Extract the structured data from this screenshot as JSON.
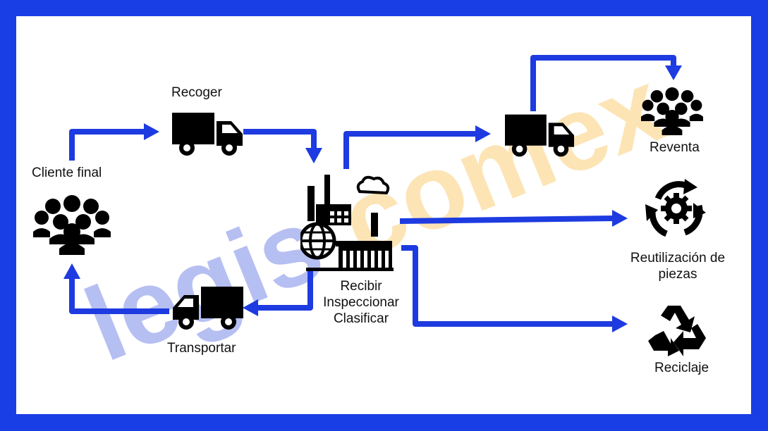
{
  "watermark": {
    "prefix": "legis",
    "suffix": "comex"
  },
  "nodes": {
    "cliente": {
      "label": "Cliente final",
      "icon": "people-group-icon"
    },
    "recoger": {
      "label": "Recoger",
      "icon": "truck-icon"
    },
    "centro": {
      "label_line1": "Recibir",
      "label_line2": "Inspeccionar",
      "label_line3": "Clasificar",
      "icon": "factory-globe-icon"
    },
    "transportar": {
      "label": "Transportar",
      "icon": "truck-icon"
    },
    "reventa": {
      "label": "Reventa",
      "icon": "people-group-icon"
    },
    "reutilizacion": {
      "label_line1": "Reutilización de",
      "label_line2": "piezas",
      "icon": "gear-cycle-icon"
    },
    "reciclaje": {
      "label": "Reciclaje",
      "icon": "recycle-icon"
    }
  },
  "colors": {
    "frame": "#1a3ee6",
    "arrow": "#1d3be0",
    "watermark_blue": "#aab5f0",
    "watermark_orange": "#fde2ad",
    "icon": "#000000"
  }
}
